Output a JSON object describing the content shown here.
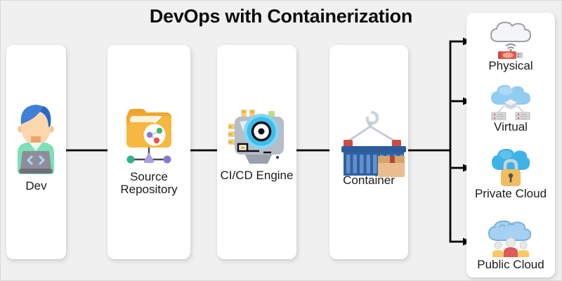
{
  "title": "DevOps with Containerization",
  "pipeline": {
    "stages": [
      {
        "label": "Dev",
        "icon": "developer-at-laptop-icon"
      },
      {
        "label": "Source Repository",
        "icon": "source-repository-folder-icon"
      },
      {
        "label": "CI/CD Engine",
        "icon": "cicd-engine-icon"
      },
      {
        "label": "Container",
        "icon": "shipping-container-icon"
      }
    ],
    "deploy_targets": [
      {
        "label": "Physical",
        "icon": "physical-device-cloud-icon"
      },
      {
        "label": "Virtual",
        "icon": "virtual-servers-cloud-icon"
      },
      {
        "label": "Private Cloud",
        "icon": "private-cloud-lock-icon"
      },
      {
        "label": "Public Cloud",
        "icon": "public-cloud-users-icon"
      }
    ]
  },
  "colors": {
    "background": "#f0f0f1",
    "card_background": "#ffffff",
    "arrow": "#000000",
    "title_text": "#0d0d0d",
    "label_text": "#1b1b1b",
    "folder_yellow": "#f1a72f",
    "engine_cyan": "#3cbdec",
    "container_blue": "#30619f",
    "cloud_blue": "#3fb2e8",
    "shirt_green": "#7de0b6",
    "usb_red": "#e15a50",
    "lock_yellow": "#f2bd5e"
  }
}
